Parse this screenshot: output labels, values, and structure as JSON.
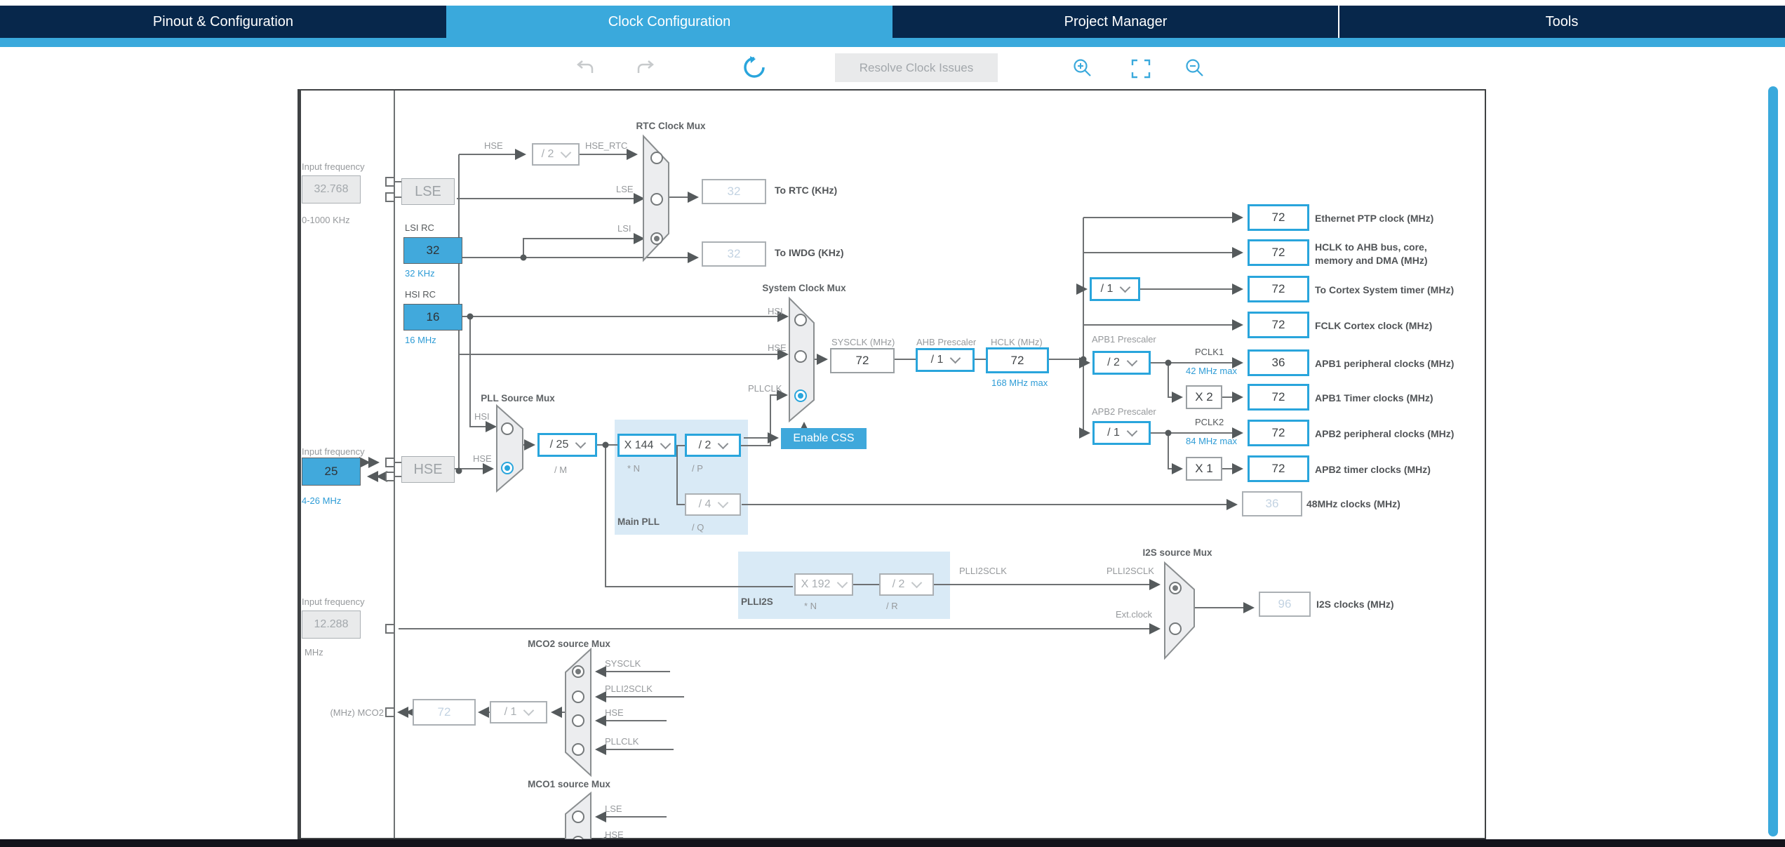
{
  "colors": {
    "accent": "#3aa9dc",
    "tab_navy": "#07274b",
    "wire": "#6e7173",
    "panel_blue": "#d9eaf6",
    "source_blue": "#41a9dc"
  },
  "tabs": {
    "items": [
      {
        "label": "Pinout & Configuration"
      },
      {
        "label": "Clock Configuration"
      },
      {
        "label": "Project Manager"
      },
      {
        "label": "Tools"
      }
    ]
  },
  "toolbar": {
    "resolve_button": "Resolve Clock Issues"
  },
  "sources": {
    "lse": {
      "input_label": "Input frequency",
      "input_value": "32.768",
      "range": "0-1000 KHz",
      "label": "LSE"
    },
    "lsi": {
      "label": "LSI RC",
      "value": "32",
      "freq": "32 KHz"
    },
    "hsi": {
      "label": "HSI RC",
      "value": "16",
      "freq": "16 MHz"
    },
    "hse": {
      "input_label": "Input frequency",
      "input_value": "25",
      "range": "4-26 MHz",
      "label": "HSE"
    },
    "ext": {
      "input_label": "Input frequency",
      "input_value": "12.288",
      "unit": "MHz"
    }
  },
  "rtc": {
    "title": "RTC Clock Mux",
    "hse_tag": "HSE",
    "div2": "/ 2",
    "hse_rtc_tag": "HSE_RTC",
    "lse_tag": "LSE",
    "lsi_tag": "LSI",
    "to_rtc": {
      "value": "32",
      "label": "To RTC (KHz)"
    },
    "to_iwdg": {
      "value": "32",
      "label": "To IWDG (KHz)"
    }
  },
  "pllmux": {
    "title": "PLL Source Mux",
    "hsi_tag": "HSI",
    "hse_tag": "HSE",
    "div_m": {
      "value": "/ 25",
      "label": "/ M"
    }
  },
  "mainpll": {
    "title": "Main PLL",
    "mul_n": {
      "value": "X 144",
      "label": "* N"
    },
    "div_p": {
      "value": "/ 2",
      "label": "/ P"
    },
    "div_q": {
      "value": "/ 4",
      "label": "/ Q"
    }
  },
  "sysmux": {
    "title": "System Clock Mux",
    "hsi_tag": "HSI",
    "hse_tag": "HSE",
    "pllclk_tag": "PLLCLK",
    "css_button": "Enable CSS",
    "sysclk": {
      "label": "SYSCLK (MHz)",
      "value": "72"
    },
    "ahb": {
      "label": "AHB Prescaler",
      "value": "/ 1"
    },
    "hclk": {
      "label": "HCLK (MHz)",
      "value": "72",
      "max": "168 MHz max"
    }
  },
  "cortex_div": {
    "value": "/ 1"
  },
  "apb1": {
    "label": "APB1 Prescaler",
    "value": "/ 2",
    "pclk": "PCLK1",
    "max": "42 MHz max",
    "mult": "X 2"
  },
  "apb2": {
    "label": "APB2 Prescaler",
    "value": "/ 1",
    "pclk": "PCLK2",
    "max": "84 MHz max",
    "mult": "X 1"
  },
  "outputs": {
    "ethernet": {
      "value": "72",
      "label": "Ethernet PTP clock (MHz)"
    },
    "hclk_ahb": {
      "value": "72",
      "label1": "HCLK to AHB bus, core,",
      "label2": "memory and DMA (MHz)"
    },
    "cortex": {
      "value": "72",
      "label": "To Cortex System timer (MHz)"
    },
    "fclk": {
      "value": "72",
      "label": "FCLK Cortex clock (MHz)"
    },
    "apb1_periph": {
      "value": "36",
      "label": "APB1 peripheral clocks (MHz)"
    },
    "apb1_timer": {
      "value": "72",
      "label": "APB1 Timer clocks (MHz)"
    },
    "apb2_periph": {
      "value": "72",
      "label": "APB2 peripheral clocks (MHz)"
    },
    "apb2_timer": {
      "value": "72",
      "label": "APB2 timer clocks (MHz)"
    },
    "clk48": {
      "value": "36",
      "label": "48MHz clocks (MHz)"
    },
    "i2s": {
      "value": "96",
      "label": "I2S clocks (MHz)"
    }
  },
  "plli2s": {
    "title": "PLLI2S",
    "mul_n": {
      "value": "X 192",
      "label": "* N"
    },
    "div_r": {
      "value": "/ 2",
      "label": "/ R"
    },
    "out_tag": "PLLI2SCLK",
    "out_tag2": "PLLI2SCLK"
  },
  "i2smux": {
    "title": "I2S source Mux",
    "in1": "PLLI2SCLK",
    "in2": "Ext.clock"
  },
  "mco2": {
    "title": "MCO2 source Mux",
    "in1": "SYSCLK",
    "in2": "PLLI2SCLK",
    "in3": "HSE",
    "in4": "PLLCLK",
    "div": {
      "value": "/ 1"
    },
    "out": {
      "value": "72"
    },
    "pin_label": "(MHz) MCO2"
  },
  "mco1": {
    "title": "MCO1 source Mux",
    "in1": "LSE",
    "in2": "HSE"
  }
}
